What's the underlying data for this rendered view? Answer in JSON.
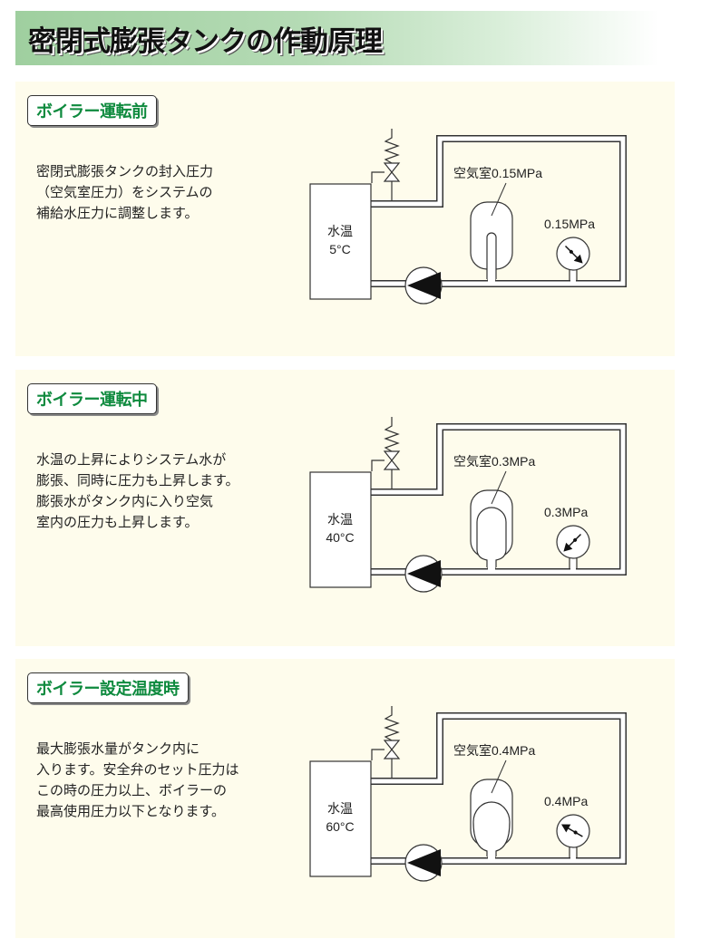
{
  "title": "密閉式膨張タンクの作動原理",
  "stages": [
    {
      "label": "ボイラー運転前",
      "desc": "密閉式膨張タンクの封入圧力\n（空気室圧力）をシステムの\n補給水圧力に調整します。",
      "boiler_line1": "水温",
      "boiler_line2": "5°C",
      "air_label": "空気室0.15MPa",
      "gauge_label": "0.15MPa",
      "gauge_needle_deg": 225
    },
    {
      "label": "ボイラー運転中",
      "desc": "水温の上昇によりシステム水が\n膨張、同時に圧力も上昇します。\n膨張水がタンク内に入り空気\n室内の圧力も上昇します。",
      "boiler_line1": "水温",
      "boiler_line2": "40°C",
      "air_label": "空気室0.3MPa",
      "gauge_label": "0.3MPa",
      "gauge_needle_deg": 315
    },
    {
      "label": "ボイラー設定温度時",
      "desc": "最大膨張水量がタンク内に\n入ります。安全弁のセット圧力は\nこの時の圧力以上、ボイラーの\n最高使用圧力以下となります。",
      "boiler_line1": "水温",
      "boiler_line2": "60°C",
      "air_label": "空気室0.4MPa",
      "gauge_label": "0.4MPa",
      "gauge_needle_deg": 30
    }
  ],
  "colors": {
    "label_green": "#0e8a3e",
    "panel_bg": "#fefcec"
  }
}
